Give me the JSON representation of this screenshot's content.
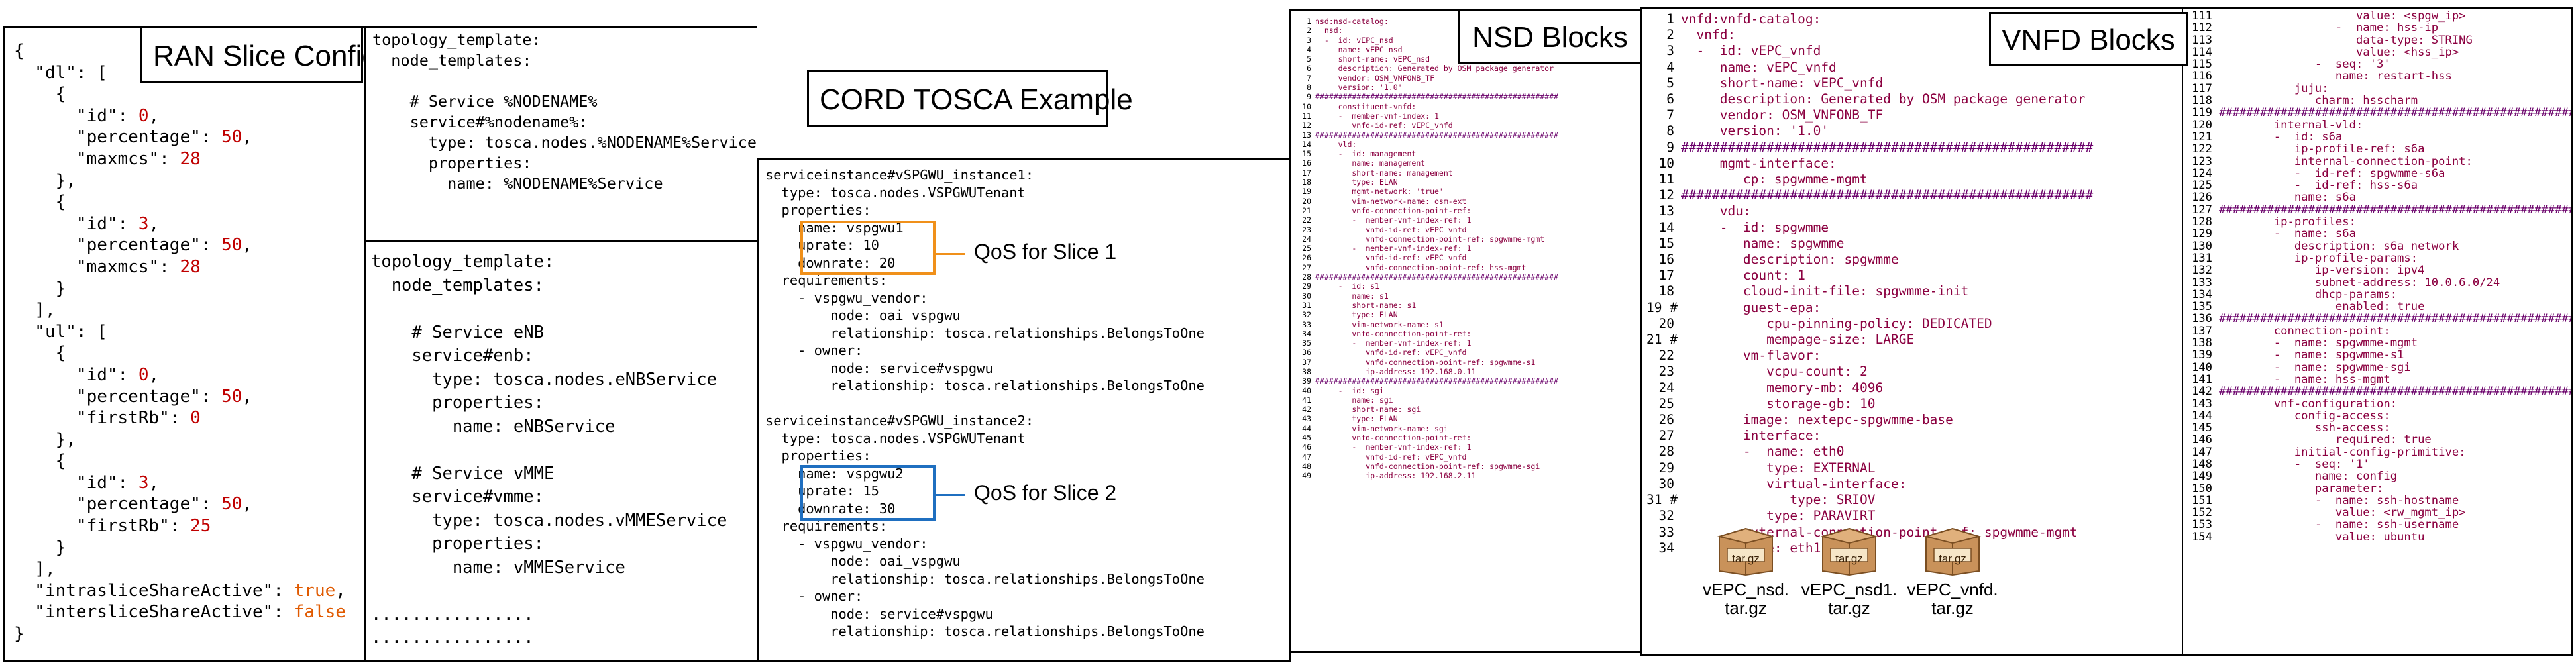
{
  "panels": {
    "ran": {
      "title": "RAN Slice Config",
      "json_lines": [
        {
          "t": "{",
          "k": "p"
        },
        {
          "t": "  \"dl\": [",
          "k": "p"
        },
        {
          "t": "    {",
          "k": "p"
        },
        {
          "t": "      \"id\": ",
          "v": "0",
          "e": ",",
          "k": "n"
        },
        {
          "t": "      \"percentage\": ",
          "v": "50",
          "e": ",",
          "k": "n"
        },
        {
          "t": "      \"maxmcs\": ",
          "v": "28",
          "e": "",
          "k": "n"
        },
        {
          "t": "    },",
          "k": "p"
        },
        {
          "t": "    {",
          "k": "p"
        },
        {
          "t": "      \"id\": ",
          "v": "3",
          "e": ",",
          "k": "n"
        },
        {
          "t": "      \"percentage\": ",
          "v": "50",
          "e": ",",
          "k": "n"
        },
        {
          "t": "      \"maxmcs\": ",
          "v": "28",
          "e": "",
          "k": "n"
        },
        {
          "t": "    }",
          "k": "p"
        },
        {
          "t": "  ],",
          "k": "p"
        },
        {
          "t": "  \"ul\": [",
          "k": "p"
        },
        {
          "t": "    {",
          "k": "p"
        },
        {
          "t": "      \"id\": ",
          "v": "0",
          "e": ",",
          "k": "n"
        },
        {
          "t": "      \"percentage\": ",
          "v": "50",
          "e": ",",
          "k": "n"
        },
        {
          "t": "      \"firstRb\": ",
          "v": "0",
          "e": "",
          "k": "n"
        },
        {
          "t": "    },",
          "k": "p"
        },
        {
          "t": "    {",
          "k": "p"
        },
        {
          "t": "      \"id\": ",
          "v": "3",
          "e": ",",
          "k": "n"
        },
        {
          "t": "      \"percentage\": ",
          "v": "50",
          "e": ",",
          "k": "n"
        },
        {
          "t": "      \"firstRb\": ",
          "v": "25",
          "e": "",
          "k": "n"
        },
        {
          "t": "    }",
          "k": "p"
        },
        {
          "t": "  ],",
          "k": "p"
        },
        {
          "t": "  \"intrasliceShareActive\": ",
          "v": "true",
          "e": ",",
          "k": "b"
        },
        {
          "t": "  \"intersliceShareActive\": ",
          "v": "false",
          "e": "",
          "k": "b"
        },
        {
          "t": "}",
          "k": "p"
        }
      ]
    },
    "topo1": {
      "code": "topology_template:\n  node_templates:\n\n    # Service %NODENAME%\n    service#%nodename%:\n      type: tosca.nodes.%NODENAME%Service\n      properties:\n        name: %NODENAME%Service"
    },
    "topo2": {
      "code": "topology_template:\n  node_templates:\n\n    # Service eNB\n    service#enb:\n      type: tosca.nodes.eNBService\n      properties:\n        name: eNBService\n\n    # Service vMME\n    service#vmme:\n      type: tosca.nodes.vMMEService\n      properties:\n        name: vMMEService\n\n................\n................\n................"
    },
    "cord": {
      "title": "CORD TOSCA Example",
      "code": "serviceinstance#vSPGWU_instance1:\n  type: tosca.nodes.VSPGWUTenant\n  properties:\n    name: vspgwu1\n    uprate: 10\n    downrate: 20\n  requirements:\n    - vspgwu_vendor:\n        node: oai_vspgwu\n        relationship: tosca.relationships.BelongsToOne\n    - owner:\n        node: service#vspgwu\n        relationship: tosca.relationships.BelongsToOne\n\nserviceinstance#vSPGWU_instance2:\n  type: tosca.nodes.VSPGWUTenant\n  properties:\n    name: vspgwu2\n    uprate: 15\n    downrate: 30\n  requirements:\n    - vspgwu_vendor:\n        node: oai_vspgwu\n        relationship: tosca.relationships.BelongsToOne\n    - owner:\n        node: service#vspgwu\n        relationship: tosca.relationships.BelongsToOne",
      "qos1": "QoS for Slice 1",
      "qos2": "QoS for Slice 2",
      "qos1_color": "#f0901a",
      "qos2_color": "#1f6fc0"
    },
    "nsd": {
      "title": "NSD Blocks",
      "code": "nsd:nsd-catalog:\n  nsd:\n  -  id: vEPC_nsd\n     name: vEPC_nsd\n     short-name: vEPC_nsd\n     description: Generated by OSM package generator\n     vendor: OSM_VNFONB_TF\n     version: '1.0'\n#####################################################\n     constituent-vnfd:\n     -  member-vnf-index: 1\n        vnfd-id-ref: vEPC_vnfd\n#####################################################\n     vld:\n     -  id: management\n        name: management\n        short-name: management\n        type: ELAN\n        mgmt-network: 'true'\n        vim-network-name: osm-ext\n        vnfd-connection-point-ref:\n        -  member-vnf-index-ref: 1\n           vnfd-id-ref: vEPC_vnfd\n           vnfd-connection-point-ref: spgwmme-mgmt\n        -  member-vnf-index-ref: 1\n           vnfd-id-ref: vEPC_vnfd\n           vnfd-connection-point-ref: hss-mgmt\n#####################################################\n     -  id: s1\n        name: s1\n        short-name: s1\n        type: ELAN\n        vim-network-name: s1\n        vnfd-connection-point-ref:\n        -  member-vnf-index-ref: 1\n           vnfd-id-ref: vEPC_vnfd\n           vnfd-connection-point-ref: spgwmme-s1\n           ip-address: 192.168.0.11\n#####################################################\n     -  id: sgi\n        name: sgi\n        short-name: sgi\n        type: ELAN\n        vim-network-name: sgi\n        vnfd-connection-point-ref:\n        -  member-vnf-index-ref: 1\n           vnfd-id-ref: vEPC_vnfd\n           vnfd-connection-point-ref: spgwmme-sgi\n           ip-address: 192.168.2.11"
    },
    "vnfd": {
      "title": "VNFD Blocks",
      "code_left": "vnfd:vnfd-catalog:\n  vnfd:\n  -  id: vEPC_vnfd\n     name: vEPC_vnfd\n     short-name: vEPC_vnfd\n     description: Generated by OSM package generator\n     vendor: OSM_VNFONB_TF\n     version: '1.0'\n#####################################################\n     mgmt-interface:\n        cp: spgwmme-mgmt\n#####################################################\n     vdu:\n     -  id: spgwmme\n        name: spgwmme\n        description: spgwmme\n        count: 1\n        cloud-init-file: spgwmme-init\n        guest-epa:\n           cpu-pinning-policy: DEDICATED\n           mempage-size: LARGE\n        vm-flavor:\n           vcpu-count: 2\n           memory-mb: 4096\n           storage-gb: 10\n        image: nextepc-spgwmme-base\n        interface:\n        -  name: eth0\n           type: EXTERNAL\n           virtual-interface:\n              type: SRIOV\n           type: PARAVIRT\n        external-connection-point-ref: spgwmme-mgmt\n        name: eth1",
      "code_right": "                    value: <spgw_ip>\n                 -  name: hss-ip\n                    data-type: STRING\n                    value: <hss_ip>\n              -  seq: '3'\n                 name: restart-hss\n           juju:\n              charm: hsscharm\n#####################################################\n        internal-vld:\n        -  id: s6a\n           ip-profile-ref: s6a\n           internal-connection-point:\n           -  id-ref: spgwmme-s6a\n           -  id-ref: hss-s6a\n           name: s6a\n#####################################################\n        ip-profiles:\n        -  name: s6a\n           description: s6a network\n           ip-profile-params:\n              ip-version: ipv4\n              subnet-address: 10.0.6.0/24\n              dhcp-params:\n                 enabled: true\n#####################################################\n        connection-point:\n        -  name: spgwmme-mgmt\n        -  name: spgwmme-s1\n        -  name: spgwmme-sgi\n        -  name: hss-mgmt\n#####################################################\n        vnf-configuration:\n           config-access:\n              ssh-access:\n                 required: true\n           initial-config-primitive:\n           -  seq: '1'\n              name: config\n              parameter:\n              -  name: ssh-hostname\n                 value: <rw_mgmt_ip>\n              -  name: ssh-username\n                 value: ubuntu",
      "left_line_numbers": [
        "1",
        "2",
        "3",
        "4",
        "5",
        "6",
        "7",
        "8",
        "9",
        "10",
        "11",
        "12",
        "13",
        "14",
        "15",
        "16",
        "17",
        "18",
        "19 #",
        "20",
        "21 #",
        "22",
        "23",
        "24",
        "25",
        "26",
        "27",
        "28",
        "29",
        "30",
        "31 #",
        "32",
        "33",
        "34"
      ],
      "right_start_line": 111,
      "archives": [
        {
          "label": "vEPC_nsd.\ntar.gz",
          "icon": "tar.gz"
        },
        {
          "label": "vEPC_nsd1.\ntar.gz",
          "icon": "tar.gz"
        },
        {
          "label": "vEPC_vnfd.\ntar.gz",
          "icon": "tar.gz"
        }
      ]
    }
  }
}
